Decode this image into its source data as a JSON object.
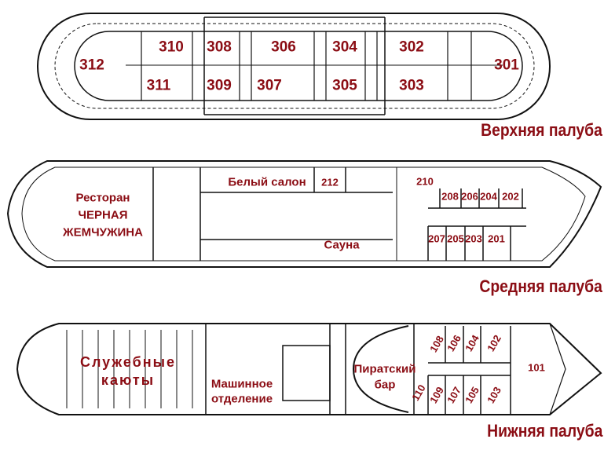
{
  "upper_deck": {
    "title": "Верхняя палуба",
    "cabins": [
      "312",
      "310",
      "311",
      "308",
      "309",
      "306",
      "307",
      "304",
      "305",
      "302",
      "303",
      "301"
    ]
  },
  "middle_deck": {
    "title": "Средняя палуба",
    "restaurant": {
      "line1": "Ресторан",
      "line2": "ЧЕРНАЯ",
      "line3": "ЖЕМЧУЖИНА"
    },
    "white_salon": "Белый салон",
    "sauna": "Сауна",
    "cabins": [
      "212",
      "210",
      "208",
      "206",
      "204",
      "202",
      "207",
      "205",
      "203",
      "201"
    ]
  },
  "lower_deck": {
    "title": "Нижняя палуба",
    "crew_cabins": {
      "line1": "Служебные",
      "line2": "каюты"
    },
    "engine_room": {
      "line1": "Машинное",
      "line2": "отделение"
    },
    "pirate_bar": {
      "line1": "Пиратский",
      "line2": "бар"
    },
    "cabins": [
      "108",
      "106",
      "104",
      "102",
      "101",
      "110",
      "109",
      "107",
      "105",
      "103"
    ]
  },
  "colors": {
    "label": "#8b0d14",
    "lines": "#111111"
  }
}
